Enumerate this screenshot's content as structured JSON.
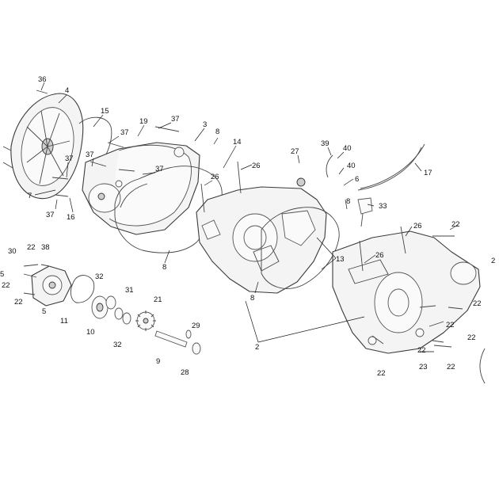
{
  "diagram": {
    "type": "exploded-parts-view",
    "background": "#ffffff",
    "line_color": "#3a3a3a",
    "callouts": [
      {
        "id": "c36a",
        "label": "36"
      },
      {
        "id": "c4",
        "label": "4"
      },
      {
        "id": "c15",
        "label": "15"
      },
      {
        "id": "c19",
        "label": "19"
      },
      {
        "id": "c37a",
        "label": "37"
      },
      {
        "id": "c3",
        "label": "3"
      },
      {
        "id": "c8a",
        "label": "8"
      },
      {
        "id": "c37b",
        "label": "37"
      },
      {
        "id": "c14",
        "label": "14"
      },
      {
        "id": "c26a",
        "label": "26"
      },
      {
        "id": "c37c",
        "label": "37"
      },
      {
        "id": "c37d",
        "label": "37"
      },
      {
        "id": "c37e",
        "label": "37"
      },
      {
        "id": "c26b",
        "label": "26"
      },
      {
        "id": "c7",
        "label": "7"
      },
      {
        "id": "c37f",
        "label": "37"
      },
      {
        "id": "c16",
        "label": "16"
      },
      {
        "id": "c27",
        "label": "27"
      },
      {
        "id": "c39",
        "label": "39"
      },
      {
        "id": "c40a",
        "label": "40"
      },
      {
        "id": "c40b",
        "label": "40"
      },
      {
        "id": "c6",
        "label": "6"
      },
      {
        "id": "c17",
        "label": "17"
      },
      {
        "id": "c8b",
        "label": "8"
      },
      {
        "id": "c33",
        "label": "33"
      },
      {
        "id": "c26c",
        "label": "26"
      },
      {
        "id": "c22a",
        "label": "22"
      },
      {
        "id": "c26d",
        "label": "26"
      },
      {
        "id": "c13",
        "label": "13"
      },
      {
        "id": "c8c",
        "label": "8"
      },
      {
        "id": "c8d",
        "label": "8"
      },
      {
        "id": "c30",
        "label": "30"
      },
      {
        "id": "c22b",
        "label": "22"
      },
      {
        "id": "c38",
        "label": "38"
      },
      {
        "id": "c5a",
        "label": "5"
      },
      {
        "id": "c22c",
        "label": "22"
      },
      {
        "id": "c22d",
        "label": "22"
      },
      {
        "id": "c5b",
        "label": "5"
      },
      {
        "id": "c32a",
        "label": "32"
      },
      {
        "id": "c31",
        "label": "31"
      },
      {
        "id": "c21",
        "label": "21"
      },
      {
        "id": "c11",
        "label": "11"
      },
      {
        "id": "c10",
        "label": "10"
      },
      {
        "id": "c32b",
        "label": "32"
      },
      {
        "id": "c29",
        "label": "29"
      },
      {
        "id": "c9",
        "label": "9"
      },
      {
        "id": "c28",
        "label": "28"
      },
      {
        "id": "c2",
        "label": "2"
      },
      {
        "id": "c22e",
        "label": "22"
      },
      {
        "id": "c22f",
        "label": "22"
      },
      {
        "id": "c22g",
        "label": "22"
      },
      {
        "id": "c22h",
        "label": "22"
      },
      {
        "id": "c22i",
        "label": "22"
      },
      {
        "id": "c23",
        "label": "23"
      },
      {
        "id": "c22j",
        "label": "22"
      },
      {
        "id": "c22k",
        "label": "2"
      }
    ]
  }
}
